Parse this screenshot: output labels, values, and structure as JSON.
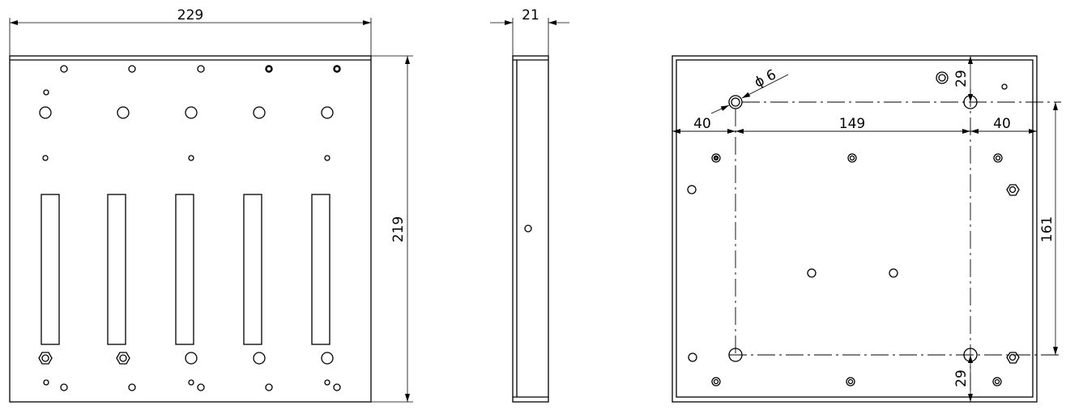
{
  "drawing": {
    "front_view": {
      "width_dim": "229",
      "height_dim": "219"
    },
    "side_view": {
      "depth_dim": "21"
    },
    "back_view": {
      "left_offset_dim": "40",
      "hole_spacing_dim": "149",
      "right_offset_dim": "40",
      "top_offset_dim": "29",
      "bottom_offset_dim": "29",
      "vertical_spacing_dim": "161",
      "hole_diameter_dim": "ϕ 6"
    },
    "line_color": "#000000"
  }
}
